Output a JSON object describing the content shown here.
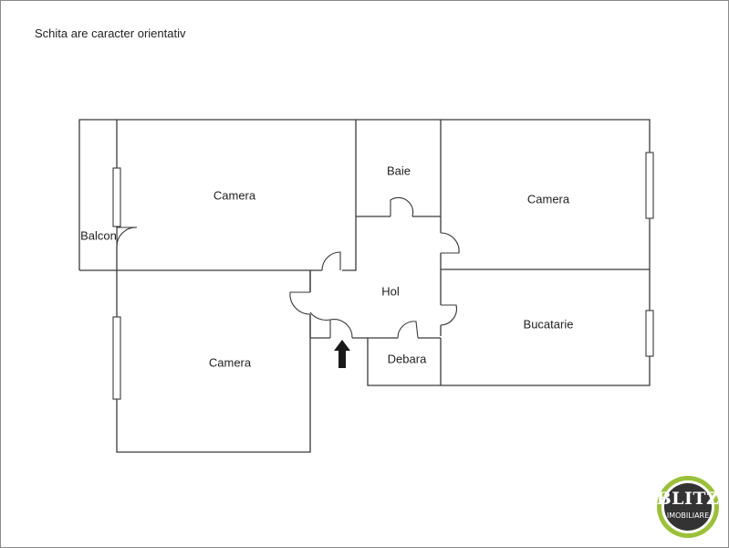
{
  "note": "Schita are caracter orientativ",
  "rooms": {
    "camera_top": "Camera",
    "balcon": "Balcon",
    "baie": "Baie",
    "camera_right": "Camera",
    "hol": "Hol",
    "camera_bottom": "Camera",
    "bucatarie": "Bucatarie",
    "debara": "Debara"
  },
  "logo": {
    "word": "BLITZ",
    "sub": "IMOBILIARE",
    "colors": {
      "ring": "#9bc03a",
      "body": "#333333",
      "text": "#ffffff"
    }
  },
  "icons": {
    "entrance": "arrow-up-icon"
  }
}
